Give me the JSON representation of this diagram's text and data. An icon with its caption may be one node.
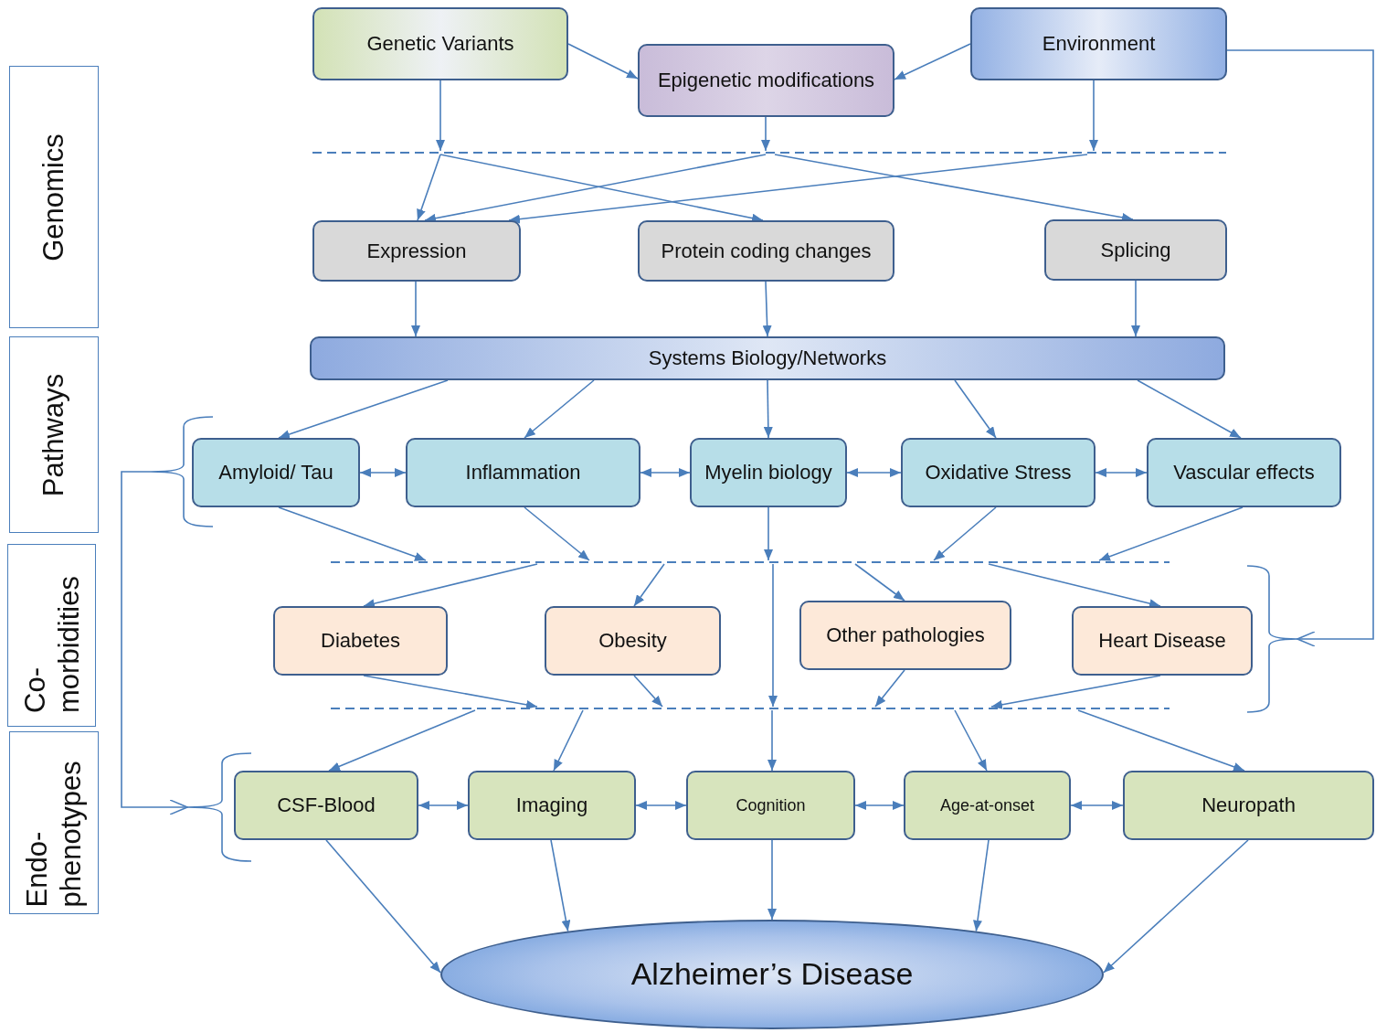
{
  "diagram": {
    "nodes": [
      {
        "text": [
          "Genetic Variants"
        ]
      },
      {
        "text": [
          "Epigenetic modifications"
        ]
      },
      {
        "text": [
          "Environment"
        ]
      },
      {
        "text": [],
        "shape": "bar"
      },
      {
        "text": [
          "Expression"
        ]
      },
      {
        "text": [
          "Protein coding changes"
        ]
      },
      {
        "text": [
          "Splicing"
        ]
      },
      {
        "text": [
          "Systems Biology/Networks"
        ]
      },
      {
        "text": [
          "Amyloid/ Tau"
        ]
      },
      {
        "text": [
          "Inflammation"
        ]
      },
      {
        "text": [
          "Myelin biology"
        ]
      },
      {
        "text": [
          "Oxidative Stress"
        ]
      },
      {
        "text": [
          "Vascular effects"
        ]
      },
      {
        "text": [],
        "shape": "bar"
      },
      {
        "text": [
          "Diabetes"
        ]
      },
      {
        "text": [
          "Obesity"
        ]
      },
      {
        "text": [
          "Other pathologies"
        ]
      },
      {
        "text": [
          "Heart Disease"
        ]
      },
      {
        "text": [],
        "shape": "bar"
      },
      {
        "text": [
          "CSF-Blood"
        ]
      },
      {
        "text": [
          "Imaging"
        ]
      },
      {
        "text": [
          "Cognition"
        ]
      },
      {
        "text": [
          "Age-at-onset"
        ]
      },
      {
        "text": [
          "Neuropath"
        ]
      },
      {
        "text": [
          "Alzheimer’s Disease"
        ]
      },
      {
        "text": [],
        "shape": "bracket"
      },
      {
        "text": [],
        "shape": "bracket"
      },
      {
        "text": [],
        "shape": "bracket"
      },
      {
        "text": [
          "Genomics"
        ]
      },
      {
        "text": [
          "Pathways"
        ]
      },
      {
        "text": [
          "Co- morbidities"
        ]
      },
      {
        "text": [
          "Endo- phenotypes"
        ]
      }
    ],
    "edges": [
      {
        "from": 0,
        "to": 1,
        "arrow": "to"
      },
      {
        "from": 2,
        "to": 1,
        "arrow": "to"
      },
      {
        "from": 0,
        "to": 3,
        "arrow": "to"
      },
      {
        "from": 1,
        "to": 3,
        "arrow": "to"
      },
      {
        "from": 2,
        "to": 3,
        "arrow": "to"
      },
      {
        "from": 3,
        "to": 4,
        "arrow": "to"
      },
      {
        "from": 3,
        "to": 5,
        "arrow": "to"
      },
      {
        "from": 3,
        "to": 4,
        "arrow": "to"
      },
      {
        "from": 3,
        "to": 6,
        "arrow": "to"
      },
      {
        "from": 3,
        "to": 4,
        "arrow": "to"
      },
      {
        "from": 4,
        "to": 7,
        "arrow": "to"
      },
      {
        "from": 5,
        "to": 7,
        "arrow": "to"
      },
      {
        "from": 6,
        "to": 7,
        "arrow": "to"
      },
      {
        "from": 7,
        "to": 8,
        "arrow": "to"
      },
      {
        "from": 7,
        "to": 9,
        "arrow": "to"
      },
      {
        "from": 7,
        "to": 10,
        "arrow": "to"
      },
      {
        "from": 7,
        "to": 11,
        "arrow": "to"
      },
      {
        "from": 7,
        "to": 12,
        "arrow": "to"
      },
      {
        "from": 8,
        "to": 9,
        "arrow": "both"
      },
      {
        "from": 9,
        "to": 10,
        "arrow": "both"
      },
      {
        "from": 10,
        "to": 11,
        "arrow": "both"
      },
      {
        "from": 11,
        "to": 12,
        "arrow": "both"
      },
      {
        "from": 8,
        "to": 13,
        "arrow": "to"
      },
      {
        "from": 9,
        "to": 13,
        "arrow": "to"
      },
      {
        "from": 10,
        "to": 13,
        "arrow": "to"
      },
      {
        "from": 11,
        "to": 13,
        "arrow": "to"
      },
      {
        "from": 12,
        "to": 13,
        "arrow": "to"
      },
      {
        "from": 13,
        "to": 14,
        "arrow": "to"
      },
      {
        "from": 13,
        "to": 15,
        "arrow": "to"
      },
      {
        "from": 13,
        "to": 16,
        "arrow": "to"
      },
      {
        "from": 13,
        "to": 17,
        "arrow": "to"
      },
      {
        "from": 13,
        "to": 18,
        "arrow": "to"
      },
      {
        "from": 14,
        "to": 18,
        "arrow": "to"
      },
      {
        "from": 15,
        "to": 18,
        "arrow": "to"
      },
      {
        "from": 16,
        "to": 18,
        "arrow": "to"
      },
      {
        "from": 17,
        "to": 18,
        "arrow": "to"
      },
      {
        "from": 18,
        "to": 19,
        "arrow": "to"
      },
      {
        "from": 18,
        "to": 20,
        "arrow": "to"
      },
      {
        "from": 18,
        "to": 21,
        "arrow": "to"
      },
      {
        "from": 18,
        "to": 22,
        "arrow": "to"
      },
      {
        "from": 18,
        "to": 23,
        "arrow": "to"
      },
      {
        "from": 19,
        "to": 20,
        "arrow": "both"
      },
      {
        "from": 20,
        "to": 21,
        "arrow": "both"
      },
      {
        "from": 21,
        "to": 22,
        "arrow": "both"
      },
      {
        "from": 22,
        "to": 23,
        "arrow": "both"
      },
      {
        "from": 19,
        "to": 24,
        "arrow": "to"
      },
      {
        "from": 20,
        "to": 24,
        "arrow": "to"
      },
      {
        "from": 21,
        "to": 24,
        "arrow": "to"
      },
      {
        "from": 22,
        "to": 24,
        "arrow": "to"
      },
      {
        "from": 23,
        "to": 24,
        "arrow": "to"
      },
      {
        "from": 25,
        "to": 26,
        "arrow": "to"
      },
      {
        "from": 2,
        "to": 27,
        "arrow": "to"
      }
    ]
  }
}
